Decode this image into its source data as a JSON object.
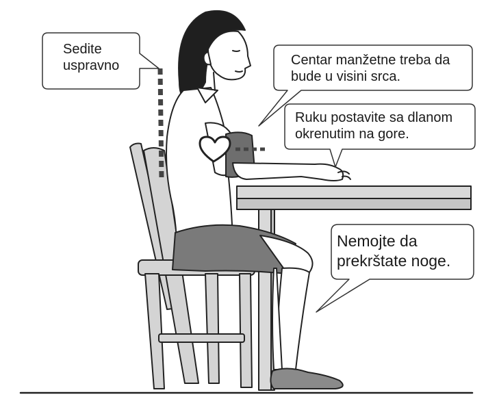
{
  "callouts": {
    "sit_upright": "Sedite\nuspravno",
    "cuff_height": "Centar manžetne treba da\nbude u visini srca.",
    "palm_up": "Ruku postavite sa dlanom\nokrenutim na gore.",
    "no_crossed_legs": "Nemojte da\nprekrštate noge."
  },
  "colors": {
    "outline": "#222222",
    "hair": "#1f1f1f",
    "skirt": "#7a7a7a",
    "chair": "#d4d4d4",
    "table": "#d9d9d9",
    "cuff": "#6e6e6e",
    "slipper": "#8a8a8a",
    "skin": "#ffffff"
  },
  "icons": [
    "heart-icon",
    "dotted-posture-line",
    "dotted-cuff-line"
  ]
}
